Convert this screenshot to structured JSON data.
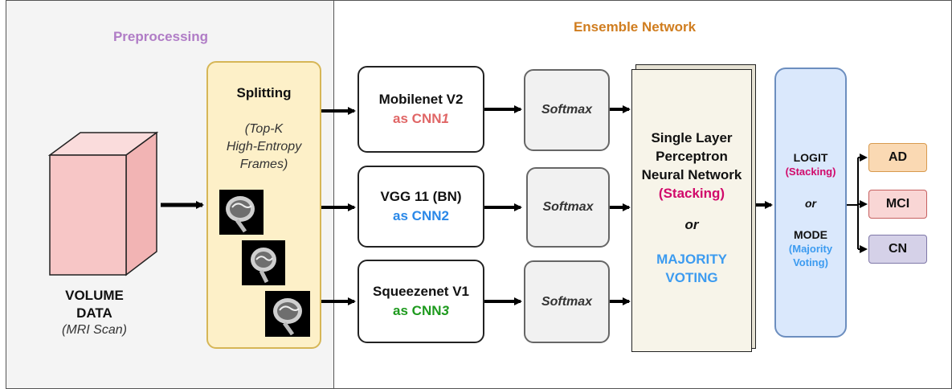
{
  "preprocessing": {
    "title": "Preprocessing",
    "volume_line1": "VOLUME",
    "volume_line2": "DATA",
    "volume_line3": "(MRI Scan)",
    "splitting_title": "Splitting",
    "splitting_sub1": "(Top-K",
    "splitting_sub2": "High-Entropy",
    "splitting_sub3": "Frames)"
  },
  "ensemble": {
    "title": "Ensemble Network",
    "cnn1_name": "Mobilenet V2",
    "cnn1_as": "as CNN",
    "cnn1_num": "1",
    "cnn2_name": "VGG 11 (BN)",
    "cnn2_as": "as CNN2",
    "cnn3_name": "Squeezenet V1",
    "cnn3_as": "as CNN",
    "cnn3_num": "3",
    "softmax1": "Softmax",
    "softmax2": "Softmax",
    "softmax3": "Softmax",
    "slp_line1": "Single Layer",
    "slp_line2": "Perceptron",
    "slp_line3": "Neural Network",
    "slp_stacking": "(Stacking)",
    "slp_or": "or",
    "slp_majority1": "MAJORITY",
    "slp_majority2": "VOTING",
    "logit": "LOGIT",
    "logit_stacking": "(Stacking)",
    "logit_or": "or",
    "mode": "MODE",
    "mode_majority1": "(Majority",
    "mode_majority2": "Voting)"
  },
  "outputs": [
    "AD",
    "MCI",
    "CN"
  ],
  "colors": {
    "preprocessing_title": "#b07cc6",
    "ensemble_title": "#d07d1f",
    "cnn1": "#e06666",
    "cnn2": "#2a88e8",
    "cnn3": "#1e9a1e",
    "stacking": "#d10a6b",
    "majority": "#3c9bf0",
    "ad_fill": "#fad9b3",
    "ad_border": "#d89a4e",
    "mci_fill": "#f9d6d5",
    "mci_border": "#c66060",
    "cn_fill": "#d5d1e8",
    "cn_border": "#7f78a8"
  }
}
